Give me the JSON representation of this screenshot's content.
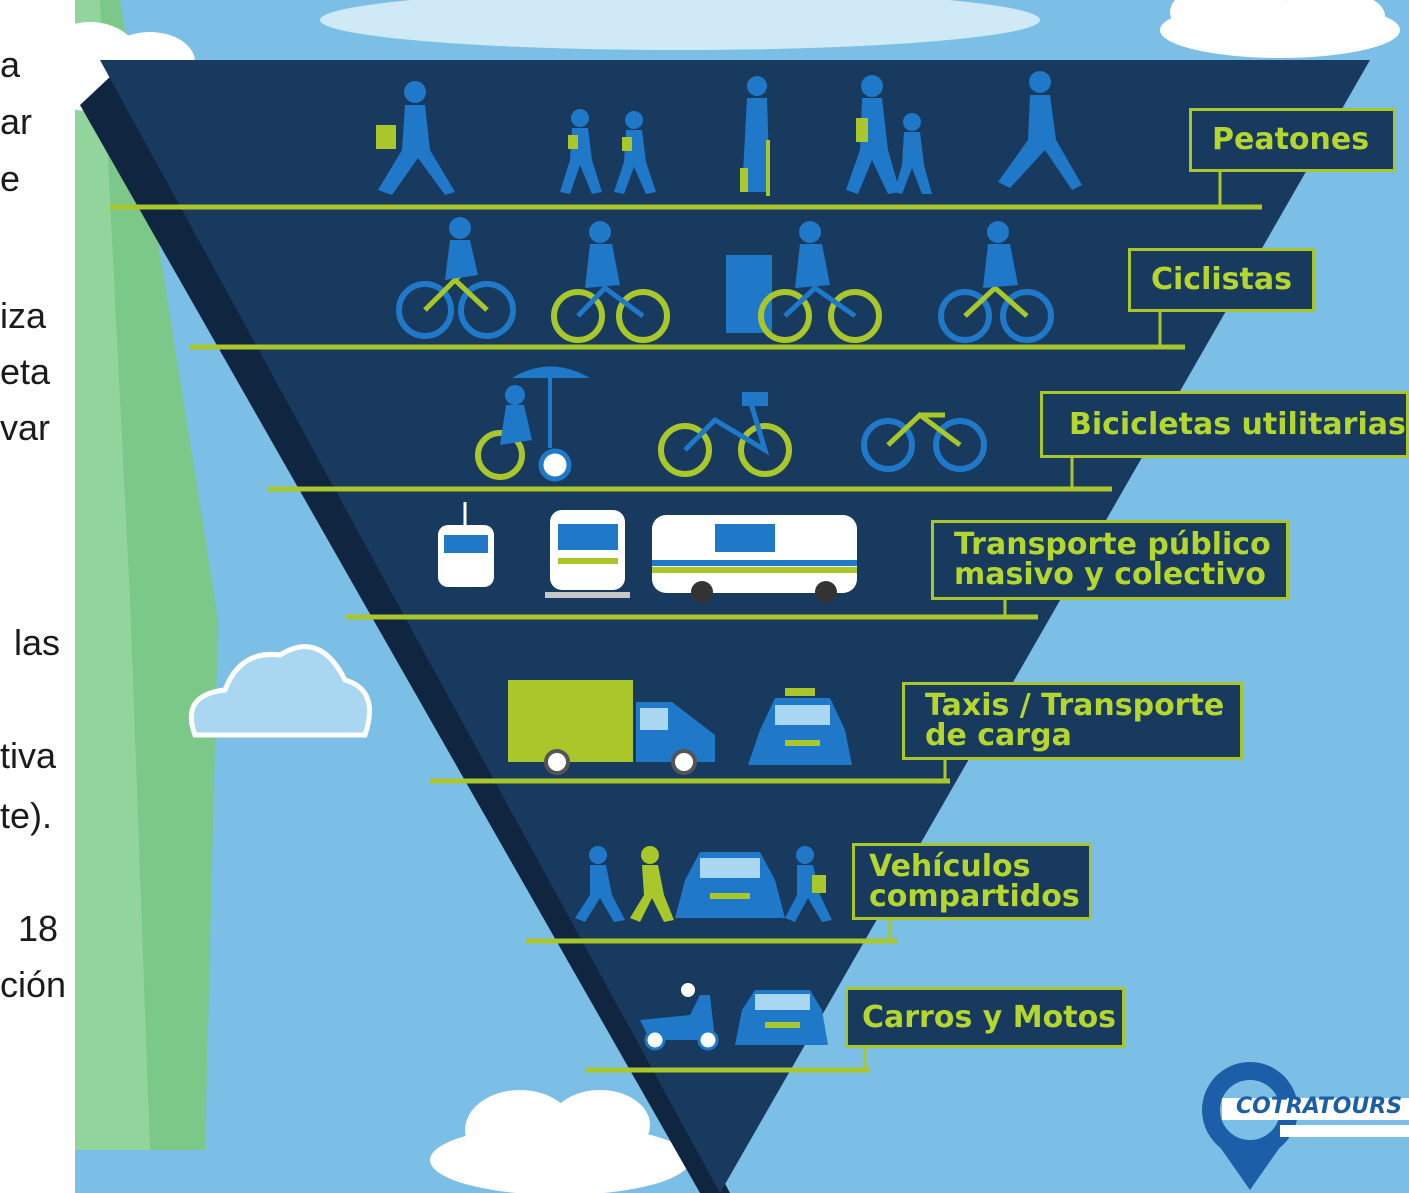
{
  "side_text_fragments": [
    "a",
    "ar",
    "e",
    "iza",
    "eta",
    "var",
    "las",
    "tiva",
    "te).",
    "18",
    "ción"
  ],
  "pyramid": {
    "levels": [
      {
        "label_line1": "Peatones",
        "label_line2": ""
      },
      {
        "label_line1": "Ciclistas",
        "label_line2": ""
      },
      {
        "label_line1": "Bicicletas utilitarias",
        "label_line2": ""
      },
      {
        "label_line1": "Transporte público",
        "label_line2": "masivo y colectivo"
      },
      {
        "label_line1": "Taxis / Transporte",
        "label_line2": "de carga"
      },
      {
        "label_line1": "Vehículos",
        "label_line2": "compartidos"
      },
      {
        "label_line1": "Carros y Motos",
        "label_line2": ""
      }
    ]
  },
  "logo": {
    "name": "COTRATOURS"
  },
  "colors": {
    "sky": "#7cbfe6",
    "pyramid": "#173a5e",
    "accent": "#a9c72a",
    "figure_blue": "#1f78c8",
    "paper_green": "#8fd39a"
  },
  "icons": [
    "pedestrian-icon",
    "bicycle-icon",
    "tricycle-icon",
    "cable-car-icon",
    "tram-icon",
    "bus-icon",
    "truck-icon",
    "taxi-icon",
    "car-icon",
    "scooter-icon"
  ]
}
